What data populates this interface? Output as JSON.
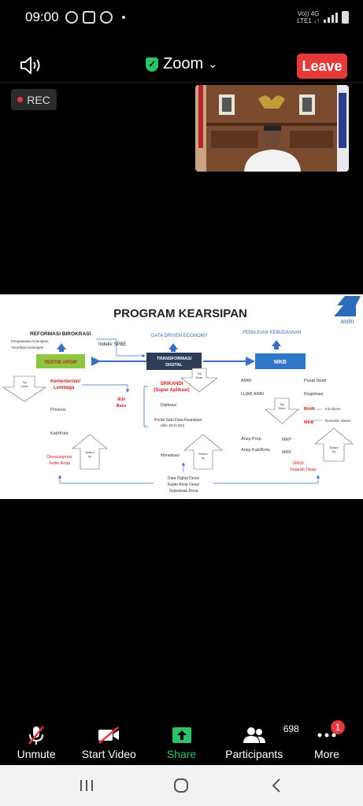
{
  "status": {
    "time": "09:00",
    "network_top": "Vo)) 4G",
    "network_bottom": "LTE1 ↓↑"
  },
  "meeting": {
    "title": "Zoom",
    "leave_label": "Leave",
    "rec_label": "REC"
  },
  "slide": {
    "title": "PROGRAM KEARSIPAN",
    "logo_text": "ANRI",
    "labels": {
      "reformasi": "REFORMASI BIROKRASI",
      "pengawasan": "Pengawasan Kearsipan",
      "akreditasi": "Akreditasi Kearsipan",
      "indeks": "Indeks SPBE",
      "data_driven": "DATA DRIVEN ECONOMY",
      "pemajuan": "PEMAJUAN KEBUDAYAAN",
      "tertib": "TERTIB ARSIP",
      "transformasi1": "TRANSFORMASI",
      "transformasi2": "DIGITAL",
      "mkb": "MKB",
      "top_down": "Top",
      "top_down2": "Down",
      "bottom_up": "Bottom",
      "bottom_up2": "Up",
      "kementerian1": "Kementerian/",
      "kementerian2": "Lembaga",
      "ikn1": "IKN",
      "ikn2": "Baru",
      "provinsi": "Provinsi",
      "kabkota": "Kab/Kota",
      "desa1": "Desa/sejenis",
      "desa2": "Tertib Arsip",
      "srikandi1": "SRIKANDI",
      "srikandi2": "(Super Aplikasi)",
      "digitisasi": "Digitisasi",
      "portal1": "Portal Satu Data Kearsipan",
      "portal2": "(dlm JIKN-SDI)",
      "monetisasi": "Monetisasi",
      "datadesa1": "Data Digital Desa/",
      "datadesa2": "Kader Arsip Desa/",
      "datadesa3": "Sejarawan Desa",
      "anri": "ANRI",
      "luar_anri": "LUAR ANRI",
      "pusat_studi": "Pusat Studi",
      "registrasi": "Registrasi",
      "mow": "MoW",
      "mkb2": "MKB",
      "init_driven": "Init driven",
      "domestic": "Domestic driven",
      "arsip_prop": "Arsip Prop",
      "arsip_kab": "Arsip Kab/Kota",
      "mkp": "MKP",
      "mkk": "MKK",
      "mkd1": "MKD/",
      "mkd2": "Sejarah Desa"
    }
  },
  "toolbar": {
    "unmute": "Unmute",
    "start_video": "Start Video",
    "share": "Share",
    "participants": "Participants",
    "participants_count": "698",
    "more": "More",
    "more_badge": "1"
  },
  "colors": {
    "leave": "#e5393a",
    "share": "#2ec16b",
    "slide_blue": "#3a6fc4",
    "mkb_blue": "#2f78c9",
    "tertib_green": "#8dc63f",
    "red_text": "#d42020"
  }
}
